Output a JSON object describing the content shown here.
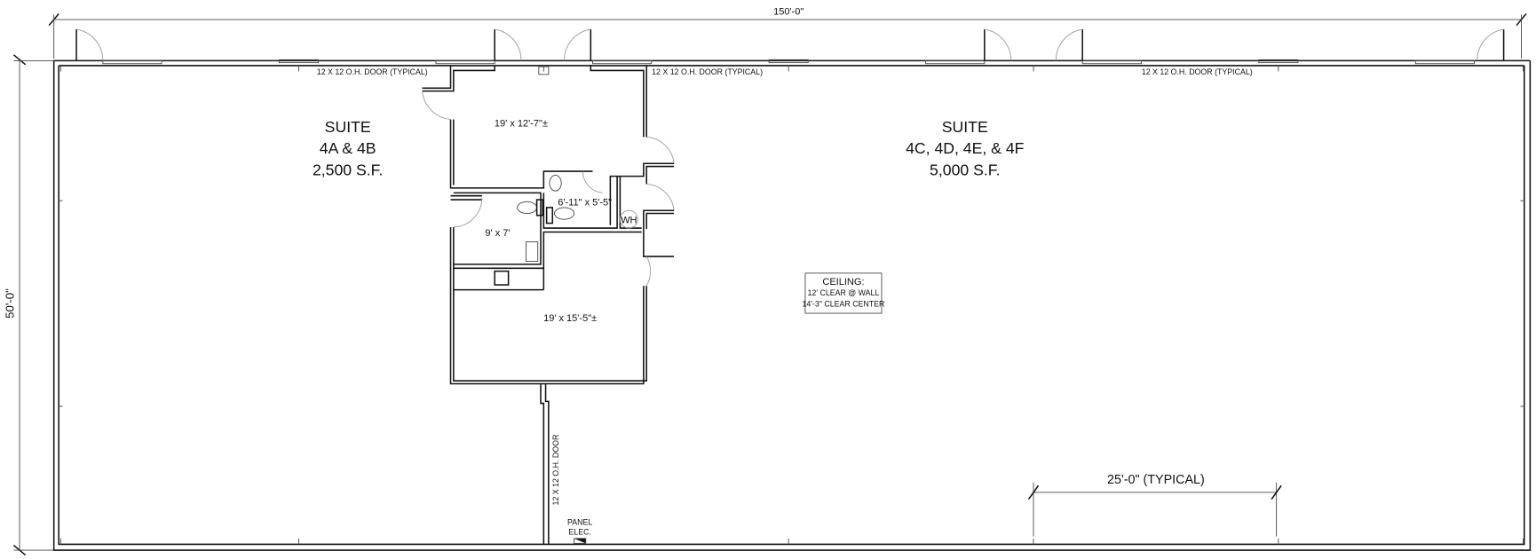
{
  "dimensions": {
    "overall_width": "150'-0\"",
    "overall_depth": "50'-0\"",
    "bay_width": "25'-0\" (TYPICAL)"
  },
  "door_labels": {
    "top_typical": "12 X 12 O.H. DOOR (TYPICAL)",
    "interior": "12 X 12 O.H. DOOR"
  },
  "suites": [
    {
      "title": "SUITE",
      "units": "4A & 4B",
      "area": "2,500 S.F."
    },
    {
      "title": "SUITE",
      "units": "4C, 4D, 4E, & 4F",
      "area": "5,000 S.F."
    }
  ],
  "rooms": {
    "office_top": "19' x 12'-7\"±",
    "restroom_a": "9' x 7'",
    "restroom_b": "6'-11\" x 5'-5\"",
    "water_heater": "WH",
    "office_bottom": "19' x 15'-5\"±"
  },
  "ceiling": {
    "title": "CEILING:",
    "line1": "12' CLEAR @ WALL",
    "line2": "14'-3\" CLEAR CENTER"
  },
  "panel": {
    "line1": "PANEL",
    "line2": "ELEC."
  }
}
